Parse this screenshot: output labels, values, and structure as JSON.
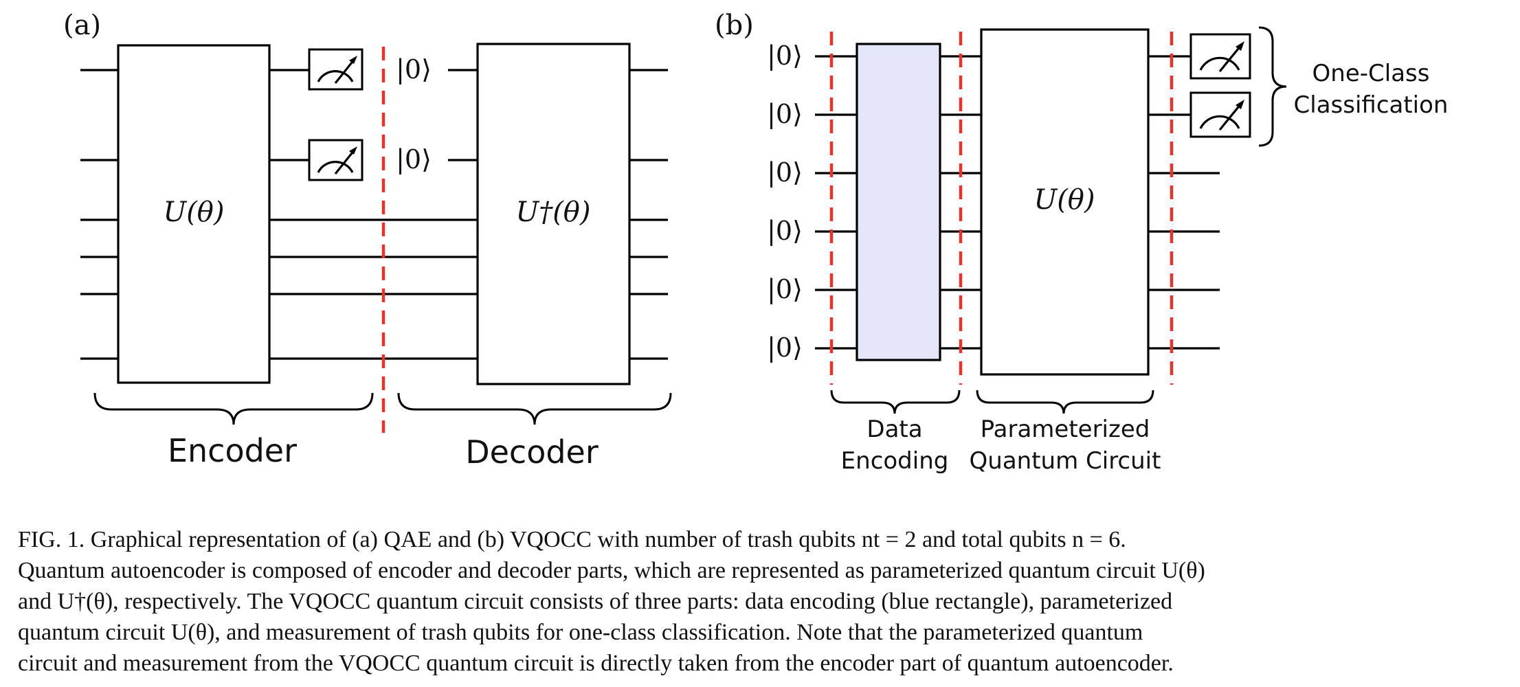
{
  "panel_a": {
    "label": "(a)",
    "encoder_gate": "U(θ)",
    "decoder_gate": "U†(θ)",
    "reset_ket": "|0⟩",
    "encoder_label": "Encoder",
    "decoder_label": "Decoder"
  },
  "panel_b": {
    "label": "(b)",
    "input_ket": "|0⟩",
    "circuit_gate": "U(θ)",
    "data_encoding_label": [
      "Data",
      "Encoding"
    ],
    "pqc_label": [
      "Parameterized",
      "Quantum Circuit"
    ],
    "classification_label": [
      "One-Class",
      "Classification"
    ]
  },
  "colors": {
    "cut_line": "#e8322a",
    "encoding_box": "#e6e6fa"
  },
  "caption": {
    "line1": "FIG. 1. Graphical representation of (a) QAE and (b) VQOCC with number of trash qubits nt = 2 and total qubits n = 6.",
    "line2": "Quantum autoencoder is composed of encoder and decoder parts, which are represented as parameterized quantum circuit U(θ)",
    "line3": "and U†(θ), respectively. The VQOCC quantum circuit consists of three parts: data encoding (blue rectangle), parameterized",
    "line4": "quantum circuit U(θ), and measurement of trash qubits for one-class classification. Note that the parameterized quantum",
    "line5": "circuit and measurement from the VQOCC quantum circuit is directly taken from the encoder part of quantum autoencoder."
  }
}
